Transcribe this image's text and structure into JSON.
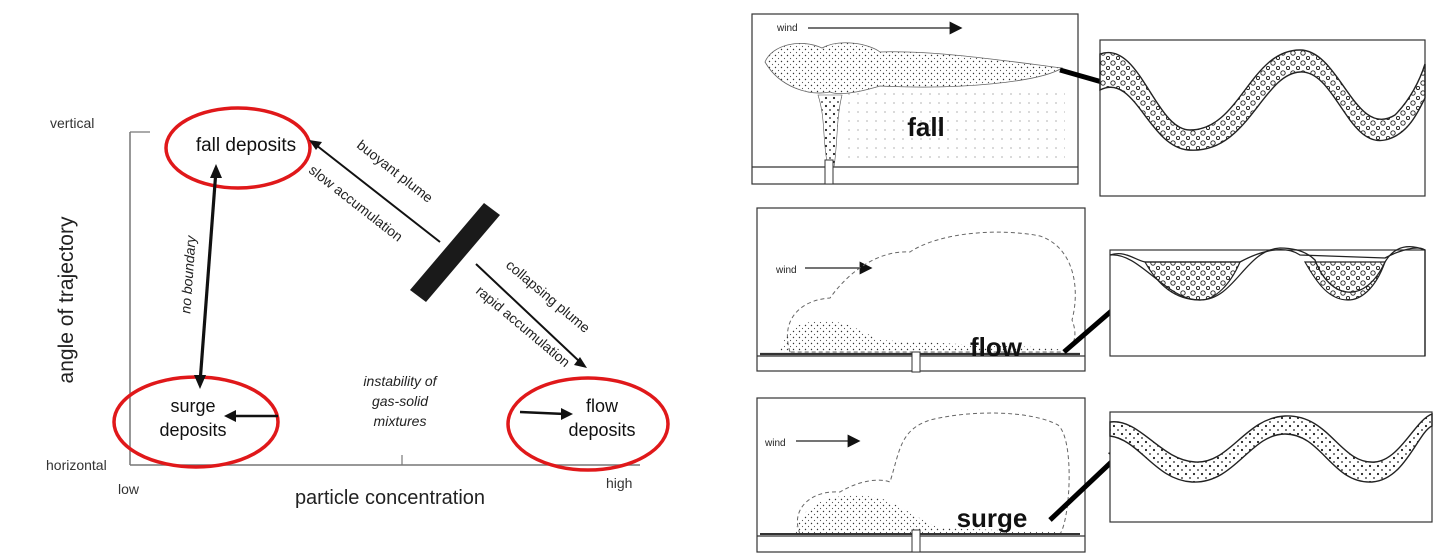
{
  "left_diagram": {
    "y_axis_title": "angle of trajectory",
    "y_top": "vertical",
    "y_bottom": "horizontal",
    "x_axis_title": "particle concentration",
    "x_low": "low",
    "x_high": "high",
    "fall": "fall deposits",
    "surge_line1": "surge",
    "surge_line2": "deposits",
    "flow_line1": "flow",
    "flow_line2": "deposits",
    "no_boundary": "no boundary",
    "buoyant": "buoyant plume",
    "slow": "slow accumulation",
    "collapsing": "collapsing plume",
    "rapid": "rapid accumulation",
    "instab1": "instability of",
    "instab2": "gas-solid",
    "instab3": "mixtures"
  },
  "right_panels": {
    "wind": "wind",
    "fall": "fall",
    "flow": "flow",
    "surge": "surge"
  },
  "colors": {
    "highlight_ring": "#e0181a",
    "ink": "#111111",
    "page": "#ffffff"
  }
}
